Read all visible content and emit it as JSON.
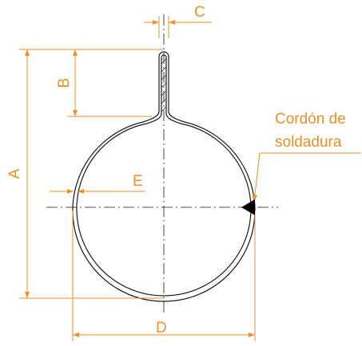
{
  "labels": {
    "A": "A",
    "B": "B",
    "C": "C",
    "D": "D",
    "E": "E",
    "weld_line1": "Cordón de",
    "weld_line2": "soldadura"
  },
  "colors": {
    "dimension": "#e8912d",
    "outline": "#1a1a1a",
    "background": "#ffffff"
  }
}
